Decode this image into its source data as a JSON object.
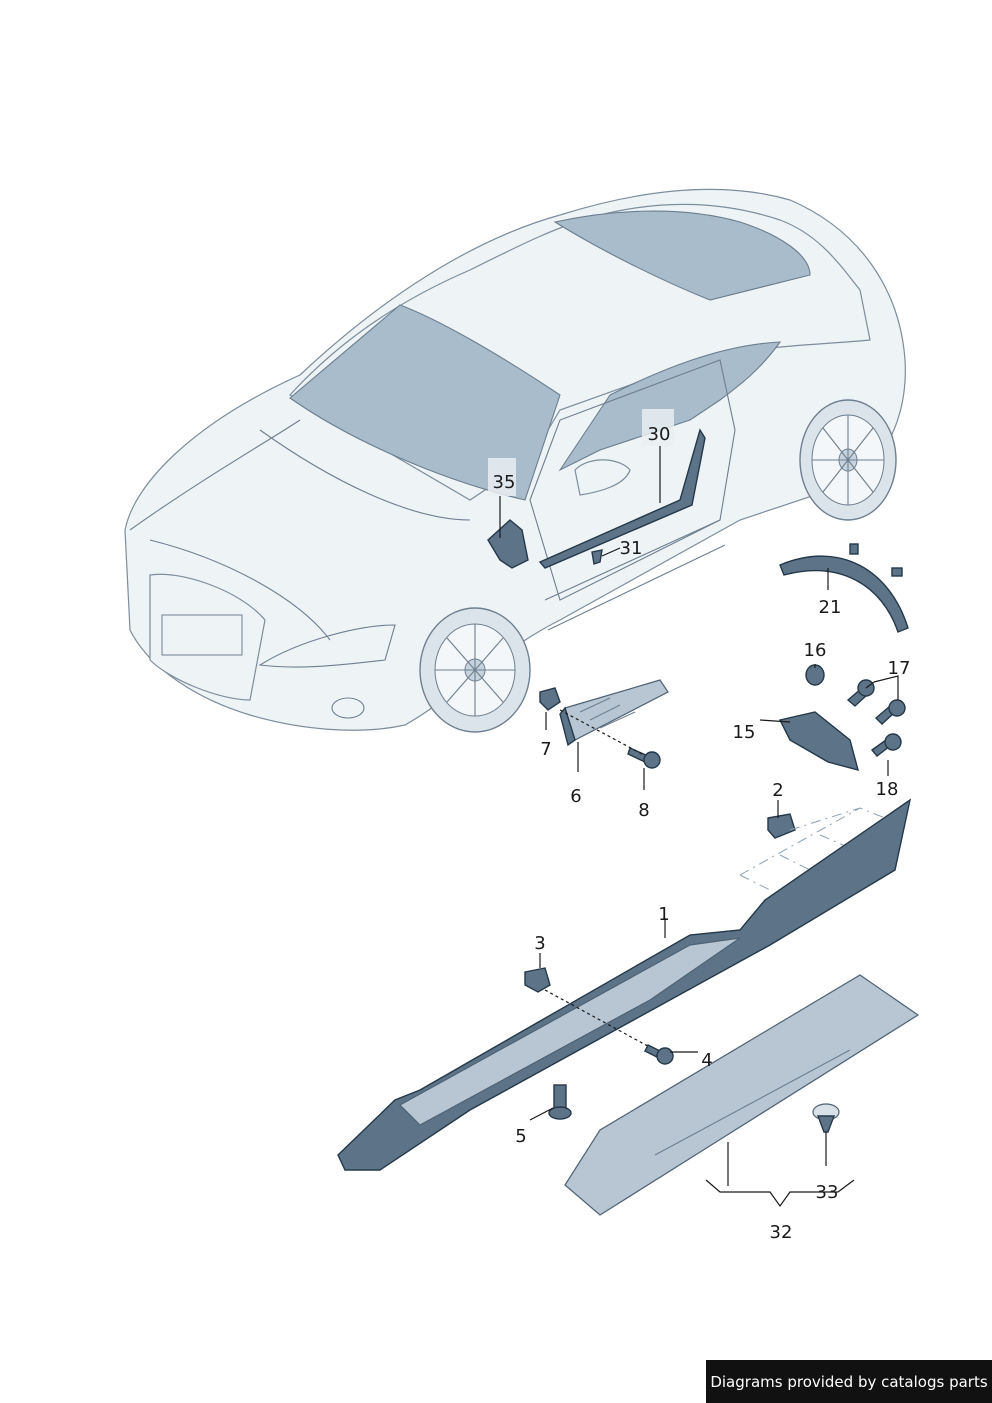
{
  "callouts": {
    "c1": "1",
    "c2": "2",
    "c3": "3",
    "c4": "4",
    "c5": "5",
    "c6": "6",
    "c7": "7",
    "c8": "8",
    "c15": "15",
    "c16": "16",
    "c17": "17",
    "c18": "18",
    "c21": "21",
    "c30": "30",
    "c31": "31",
    "c32": "32",
    "c33": "33",
    "c35": "35"
  },
  "footer": {
    "text": "Diagrams provided by catalogs parts"
  }
}
